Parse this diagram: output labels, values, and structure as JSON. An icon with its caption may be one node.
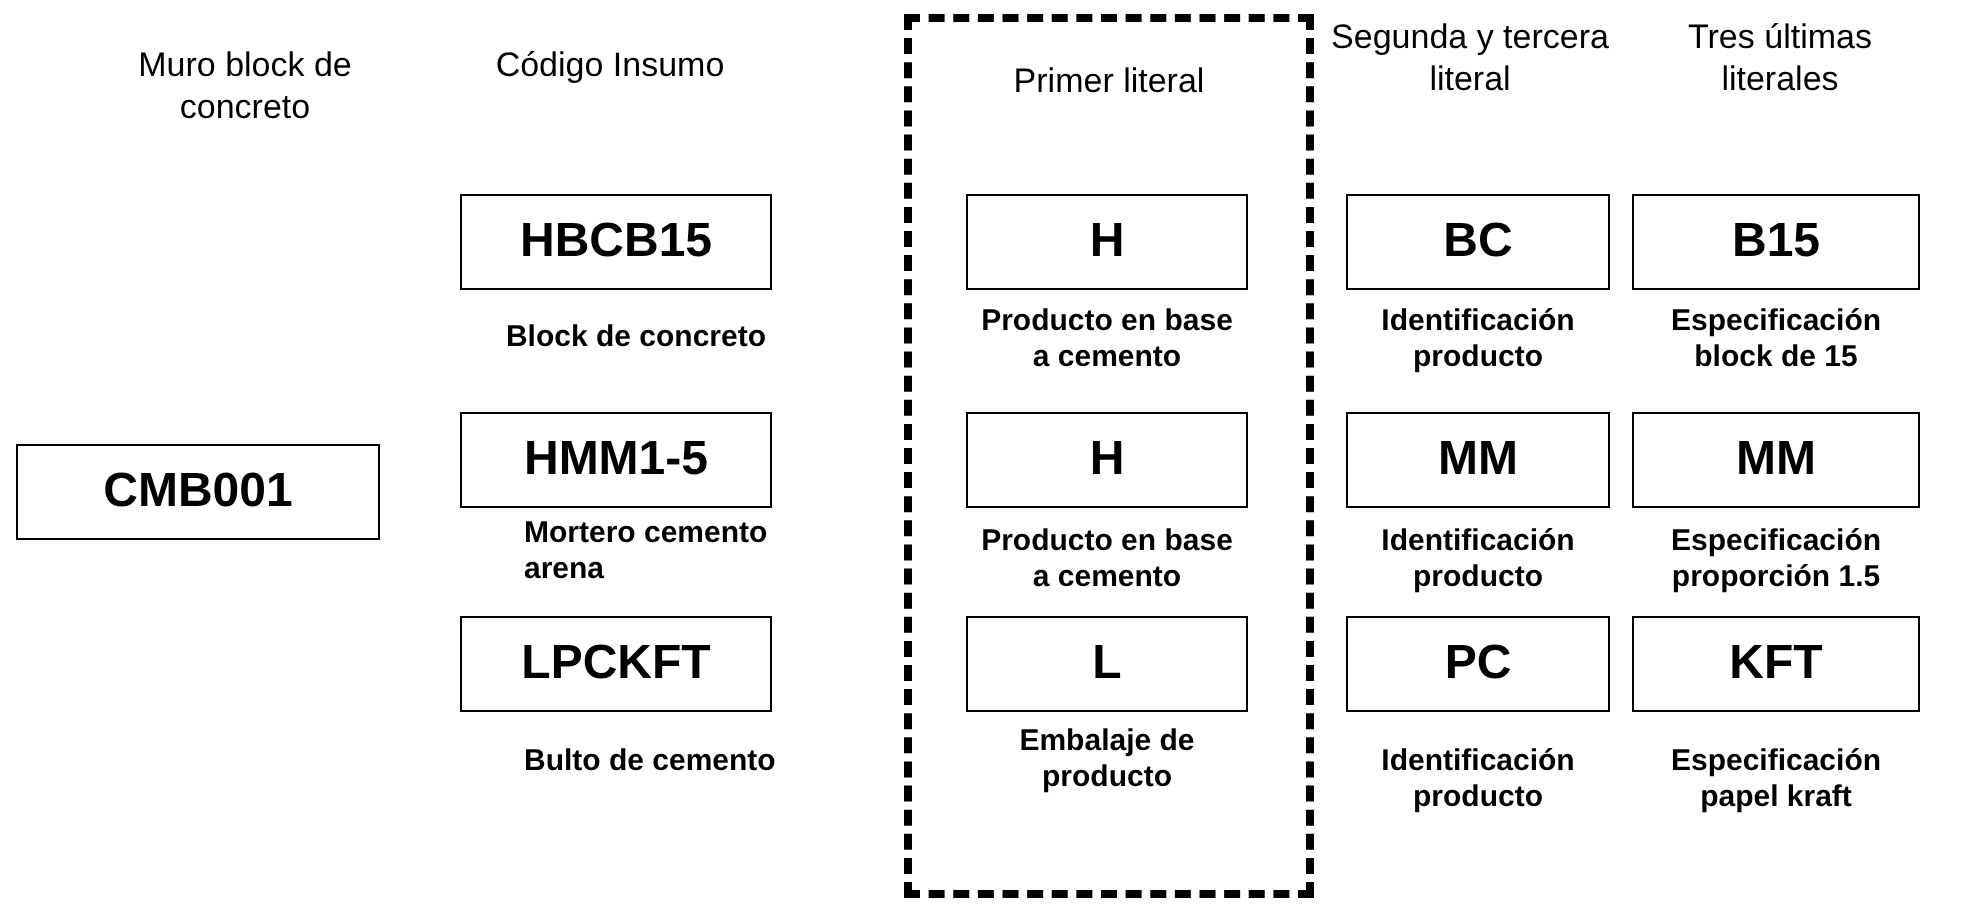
{
  "diagram": {
    "nodes": [
      {
        "text": [
          "CMB001"
        ]
      },
      {
        "text": [
          "HBCB15"
        ],
        "beside": [
          "Block de concreto"
        ]
      },
      {
        "text": [
          "HMM1-5"
        ],
        "beside": [
          "Mortero cemento arena"
        ]
      },
      {
        "text": [
          "LPCKFT"
        ],
        "beside": [
          "Bulto de cemento"
        ]
      },
      {
        "text": [
          "Primer literal"
        ]
      },
      {
        "text": [
          "H"
        ],
        "in": 4,
        "beside": [
          "Producto en base a cemento"
        ]
      },
      {
        "text": [
          "H"
        ],
        "in": 4,
        "beside": [
          "Producto en base a cemento"
        ]
      },
      {
        "text": [
          "L"
        ],
        "in": 4,
        "beside": [
          "Embalaje de producto"
        ]
      },
      {
        "text": [
          "BC"
        ],
        "beside": [
          "Identificación producto"
        ]
      },
      {
        "text": [
          "MM"
        ],
        "beside": [
          "Identificación producto"
        ]
      },
      {
        "text": [
          "PC"
        ],
        "beside": [
          "Identificación producto"
        ]
      },
      {
        "text": [
          "B15"
        ],
        "beside": [
          "Especificación block de 15"
        ]
      },
      {
        "text": [
          "MM"
        ],
        "beside": [
          "Especificación proporción 1.5"
        ]
      },
      {
        "text": [
          "KFT"
        ],
        "beside": [
          "Especificación papel kraft"
        ]
      }
    ],
    "labels": [
      "Muro block de concreto",
      "Código Insumo",
      "Segunda y tercera literal",
      "Tres últimas literales"
    ]
  }
}
